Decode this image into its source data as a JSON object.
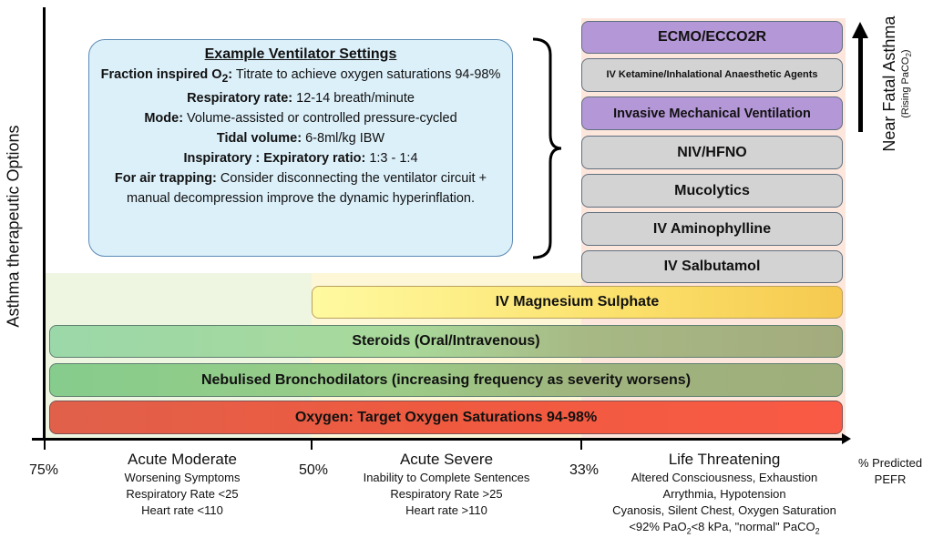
{
  "y_axis_label": "Asthma therapeutic Options",
  "x_axis_label": "% Predicted PEFR",
  "ventilator": {
    "title": "Example Ventilator Settings",
    "fio2_label": "Fraction inspired O",
    "fio2_sub": "2",
    "fio2_colon": ":",
    "fio2_text": " Titrate to achieve oxygen saturations 94-98%",
    "rr_label": "Respiratory rate:",
    "rr_text": " 12-14 breath/minute",
    "mode_label": "Mode:",
    "mode_text": " Volume-assisted or controlled pressure-cycled",
    "tv_label": "Tidal volume:",
    "tv_text": " 6-8ml/kg IBW",
    "ie_label": "Inspiratory : Expiratory ratio:",
    "ie_text": " 1:3 - 1:4",
    "air_label": "For air trapping:",
    "air_text": " Consider disconnecting the ventilator circuit + manual decompression improve the dynamic hyperinflation."
  },
  "right_stack": [
    "ECMO/ECCO2R",
    "IV Ketamine/Inhalational Anaesthetic Agents",
    "Invasive Mechanical Ventilation",
    "NIV/HFNO",
    "Mucolytics",
    "IV Aminophylline",
    "IV Salbutamol"
  ],
  "bars": {
    "magnesium": "IV Magnesium Sulphate",
    "steroids": "Steroids (Oral/Intravenous)",
    "nebulised": "Nebulised Bronchodilators (increasing frequency as severity worsens)",
    "oxygen": "Oxygen: Target Oxygen Saturations 94-98%"
  },
  "near_fatal": {
    "title": "Near Fatal Asthma",
    "sub": "(Rising PaCO",
    "sub2": "2",
    ")": ")"
  },
  "ticks": [
    "75%",
    "50%",
    "33%"
  ],
  "categories": [
    {
      "title": "Acute Moderate",
      "lines": [
        "Worsening Symptoms",
        "Respiratory Rate <25",
        "Heart rate <110"
      ]
    },
    {
      "title": "Acute Severe",
      "lines": [
        "Inability to Complete Sentences",
        "Respiratory Rate >25",
        "Heart rate >110"
      ]
    },
    {
      "title": "Life Threatening",
      "lines": [
        "Altered Consciousness, Exhaustion",
        "Arrythmia, Hypotension",
        "Cyanosis, Silent Chest, Oxygen Saturation"
      ],
      "last_a": "<92% PaO",
      "last_b": "<8 kPa, \"normal\" PaCO",
      "sub": "2"
    }
  ],
  "colors": {
    "green_zone": "#eef6e2",
    "yellow_zone": "#fdf7d8",
    "orange_zone": "#fde6dc"
  }
}
